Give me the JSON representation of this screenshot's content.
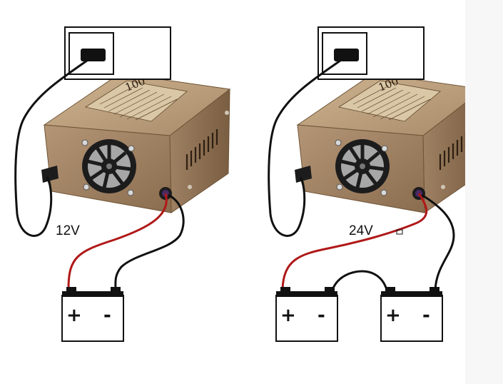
{
  "configurations": [
    {
      "voltage_label": "12V",
      "batteries": [
        {
          "positive": "+",
          "negative": "-"
        }
      ]
    },
    {
      "voltage_label": "24V",
      "batteries": [
        {
          "positive": "+",
          "negative": "-"
        },
        {
          "positive": "+",
          "negative": "-"
        }
      ]
    }
  ],
  "device_badge": "100",
  "colors": {
    "charger_body": "#a88a6c",
    "charger_top": "#c2a684",
    "charger_dark": "#6e5436",
    "wire_positive": "#b01818",
    "wire_negative": "#111111",
    "outline": "#111111"
  }
}
